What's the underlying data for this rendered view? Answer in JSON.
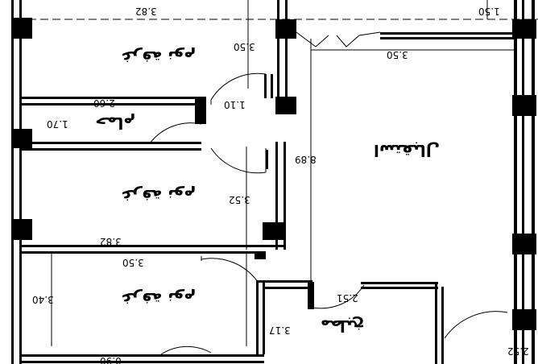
{
  "rooms": {
    "bedroom_top": "غرفة نوم",
    "bathroom": "حمام",
    "bedroom_middle": "غرفة نوم",
    "bedroom_bottom": "غرفة نوم",
    "reception": "استقبال",
    "kitchen": "مطبخ"
  },
  "dimensions": {
    "d_3_82_top": "3.82",
    "d_1_50": "1.50",
    "d_3_50_right": "3.50",
    "d_3_50_top_room": "3.50",
    "d_1_10": "1.10",
    "d_2_60": "2.60",
    "d_1_70": "1.70",
    "d_8_89": "8.89",
    "d_3_52": "3.52",
    "d_3_82_mid": "3.82",
    "d_3_50_mid": "3.50",
    "d_3_40": "3.40",
    "d_2_51": "2.51",
    "d_3_17": "3.17",
    "d_0_90": "0.90",
    "d_2_52": "2.52"
  }
}
